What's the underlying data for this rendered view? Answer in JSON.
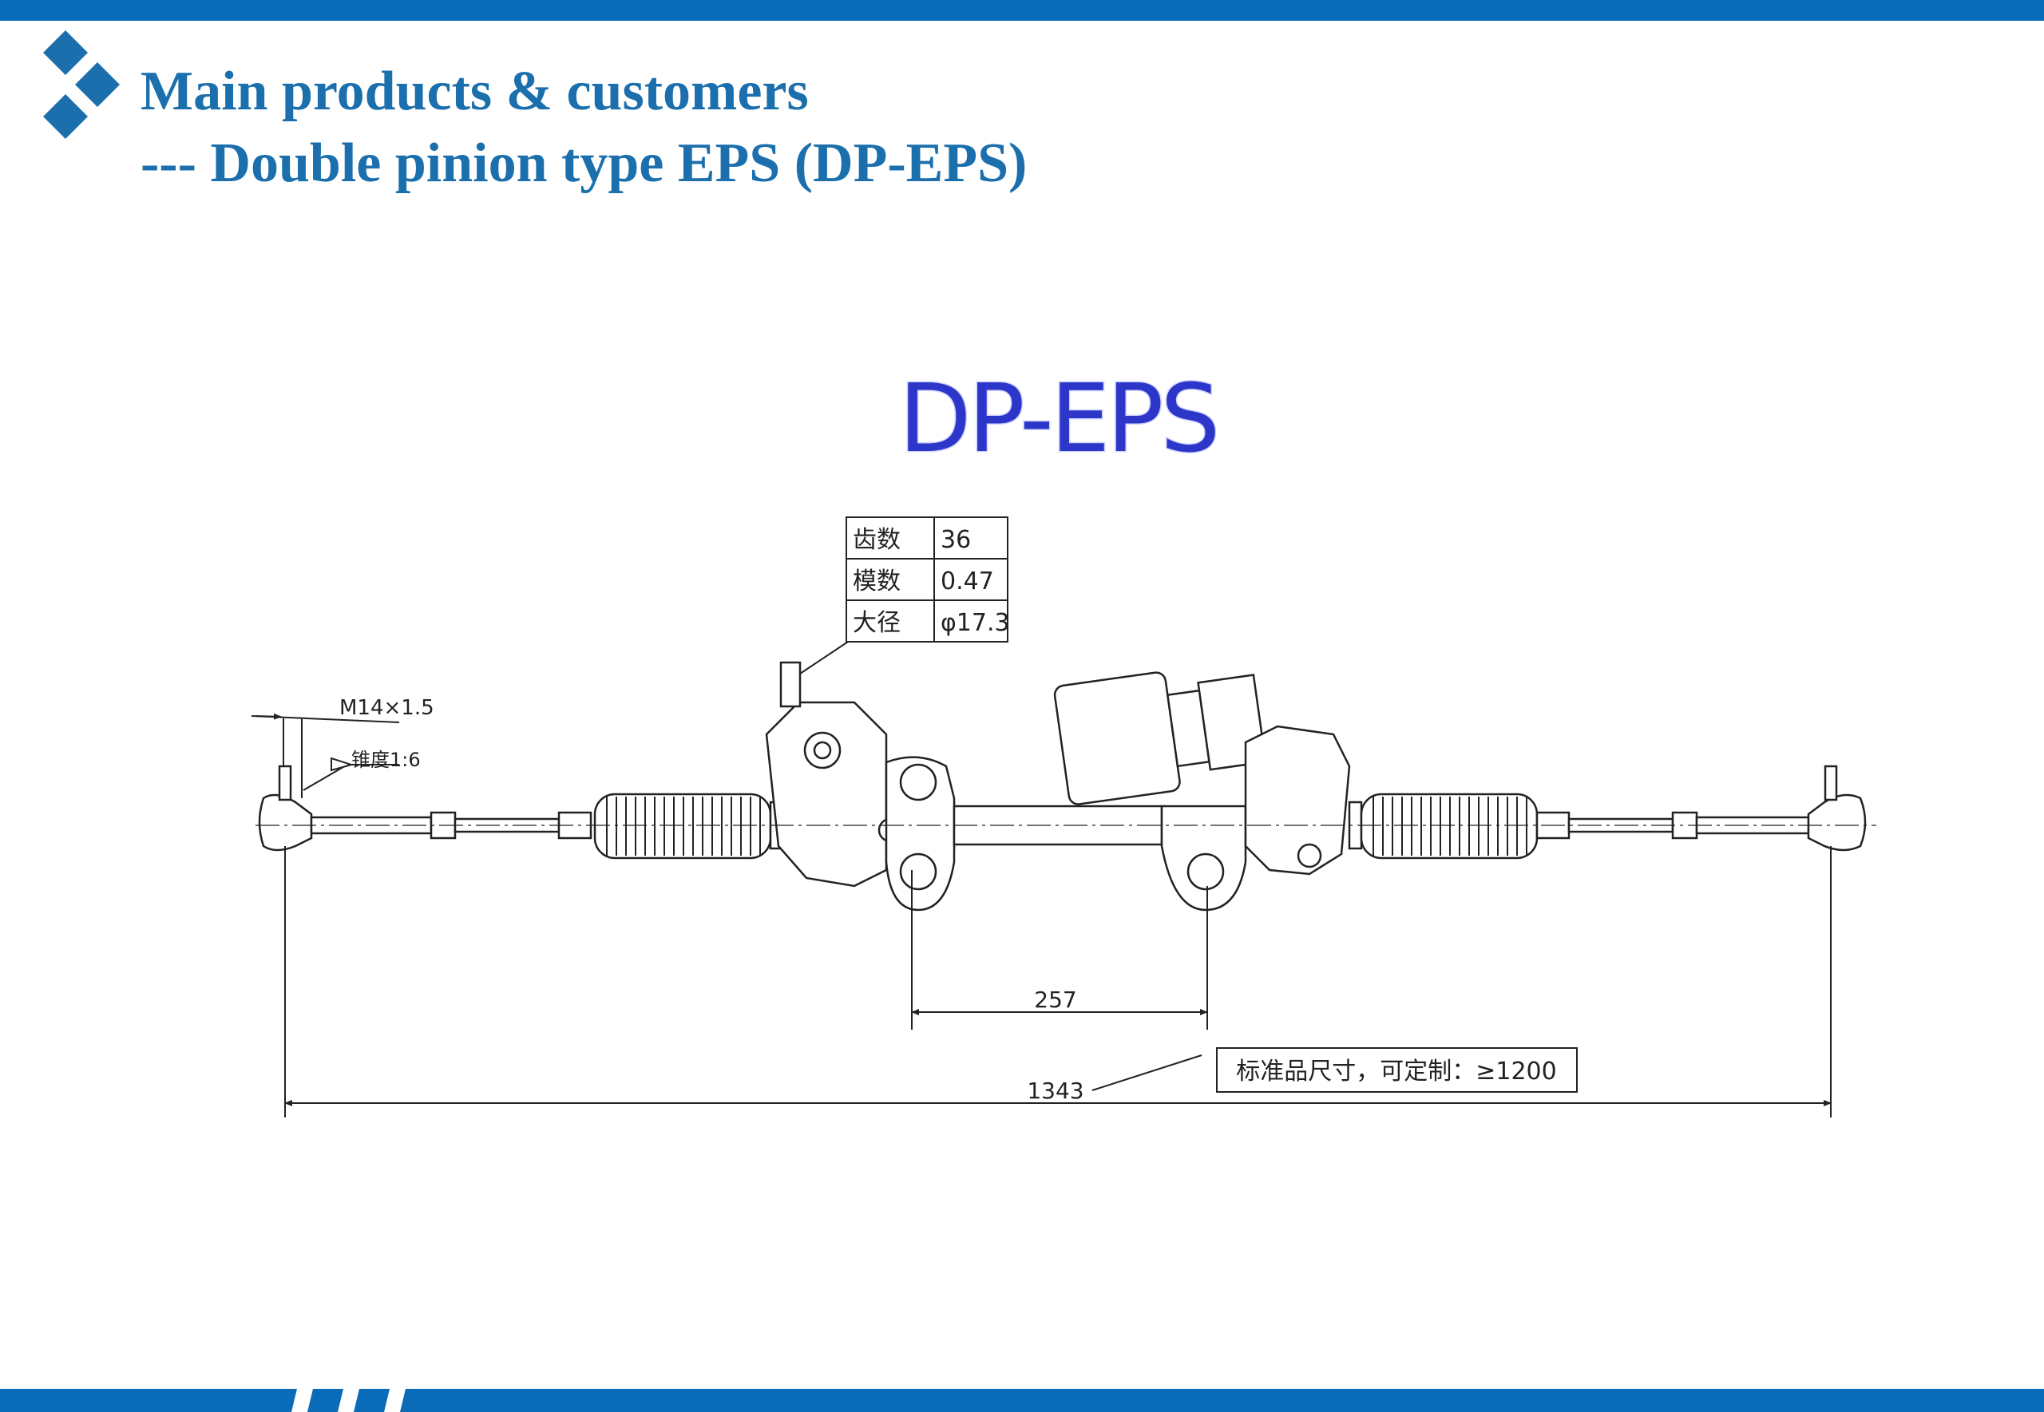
{
  "header": {
    "title_line1": "Main products & customers",
    "title_line2": "--- Double pinion type EPS (DP-EPS)",
    "brand_color": "#1b6fad",
    "bar_color": "#0a6bb8"
  },
  "diagram": {
    "product_label": "DP-EPS",
    "gear_table": [
      {
        "label": "齿数",
        "value": "36"
      },
      {
        "label": "模数",
        "value": "0.47"
      },
      {
        "label": "大径",
        "value": "φ17.3"
      }
    ],
    "thread_spec": "M14×1.5",
    "taper_spec": "锥度1:6",
    "dim_pinion_spacing": "257",
    "dim_overall": "1343",
    "note": "标准品尺寸，可定制：≥1200"
  }
}
